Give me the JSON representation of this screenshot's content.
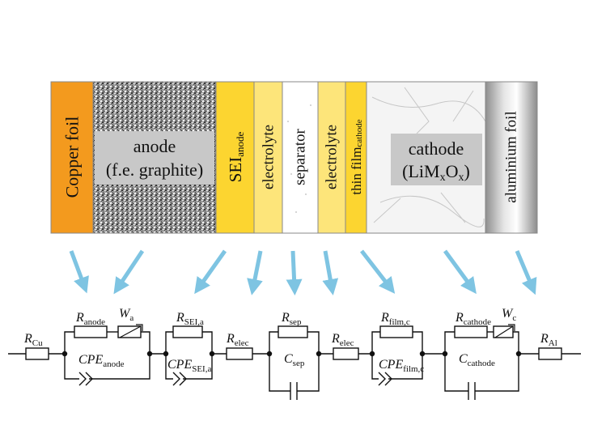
{
  "layers": {
    "copper_foil": "Copper foil",
    "anode_line1": "anode",
    "anode_line2": "(f.e. graphite)",
    "sei": "SEI",
    "sei_sub": "anode",
    "electrolyte_left": "electrolyte",
    "separator": "separator",
    "electrolyte_right": "electrolyte",
    "thin_film": "thin film",
    "thin_film_sub": "cathode",
    "cathode_line1": "cathode",
    "cathode_formula": {
      "a": "(LiM",
      "b": "x",
      "c": "O",
      "d": "x",
      "e": ")"
    },
    "aluminium_foil": "aluminium foil"
  },
  "circuit": {
    "r_cu": {
      "main": "R",
      "sub": "Cu"
    },
    "r_anode": {
      "main": "R",
      "sub": "anode"
    },
    "w_a": {
      "main": "W",
      "sub": "a"
    },
    "cpe_anode": {
      "main": "CPE",
      "sub": "anode"
    },
    "r_sei": {
      "main": "R",
      "sub": "SEI,a"
    },
    "cpe_sei": {
      "main": "CPE",
      "sub": "SEI,a"
    },
    "r_elec_left": {
      "main": "R",
      "sub": "elec"
    },
    "r_sep": {
      "main": "R",
      "sub": "sep"
    },
    "c_sep": {
      "main": "C",
      "sub": "sep"
    },
    "r_elec_right": {
      "main": "R",
      "sub": "elec"
    },
    "r_film": {
      "main": "R",
      "sub": "film,c"
    },
    "cpe_film": {
      "main": "CPE",
      "sub": "film,c"
    },
    "r_cathode": {
      "main": "R",
      "sub": "cathode"
    },
    "w_c": {
      "main": "W",
      "sub": "c"
    },
    "c_cathode": {
      "main": "C",
      "sub": "cathode"
    },
    "r_al": {
      "main": "R",
      "sub": "Al"
    }
  },
  "colors": {
    "copper": "#f39a1e",
    "sei": "#fcd530",
    "electrolyte": "#fde57a",
    "arrow": "#7ec4e2",
    "label_box": "#c8c8c8"
  }
}
